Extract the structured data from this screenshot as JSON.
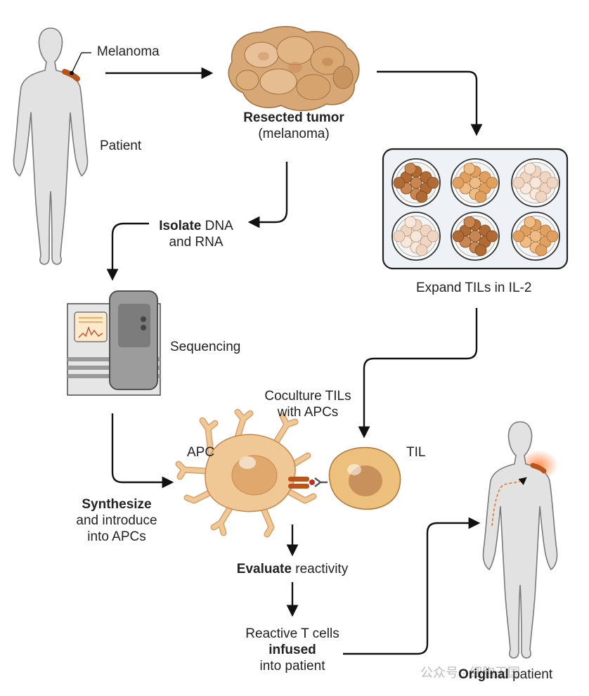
{
  "labels": {
    "melanoma": "Melanoma",
    "patient": "Patient",
    "resected_bold": "Resected tumor",
    "resected_sub": "(melanoma)",
    "isolate_bold": "Isolate",
    "isolate_rest": " DNA",
    "isolate_line2": "and RNA",
    "sequencing": "Sequencing",
    "expand": "Expand TILs in IL-2",
    "coculture_line1": "Coculture TILs",
    "coculture_line2": "with APCs",
    "apc": "APC",
    "til": "TIL",
    "synth_bold": "Synthesize",
    "synth_line2": "and introduce",
    "synth_line3": "into APCs",
    "evaluate_bold": "Evaluate",
    "evaluate_rest": " reactivity",
    "reactive_line1": "Reactive T cells",
    "reactive_bold": "infused",
    "reactive_line3": "into patient",
    "original_bold": "Original",
    "original_rest": " patient",
    "watermark": "公众号 · 细胞王国"
  },
  "colors": {
    "body": "#e2e2e2",
    "body_outline": "#7a7a7a",
    "tumor_dark": "#b8541c",
    "apc": "#f0c896",
    "apc_nucleus": "#e0a86c",
    "til": "#eec07e",
    "til_nucleus": "#c8905a",
    "arrow": "#111111"
  },
  "wells": [
    {
      "tone": "dark"
    },
    {
      "tone": "orange"
    },
    {
      "tone": "pale"
    },
    {
      "tone": "pale"
    },
    {
      "tone": "dark"
    },
    {
      "tone": "orange"
    }
  ]
}
